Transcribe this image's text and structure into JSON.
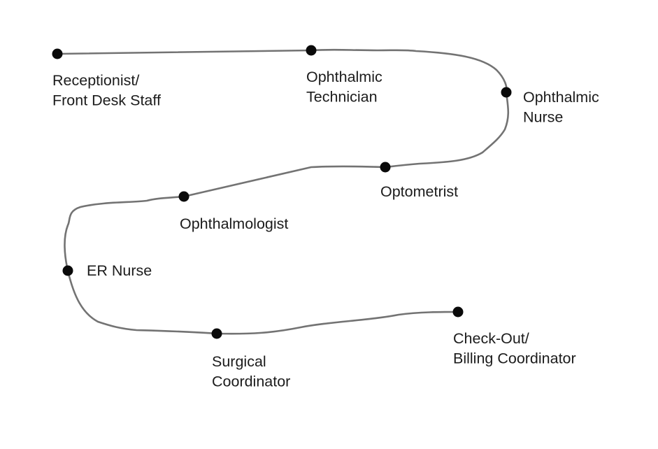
{
  "journey": {
    "line_color": "#737373",
    "dot_color": "#0a0a0a",
    "text_color": "#1c1c1c",
    "stops": [
      {
        "label_lines": [
          "Receptionist/",
          "Front Desk Staff"
        ]
      },
      {
        "label_lines": [
          "Ophthalmic",
          "Technician"
        ]
      },
      {
        "label_lines": [
          "Ophthalmic",
          "Nurse"
        ]
      },
      {
        "label_lines": [
          "Optometrist"
        ]
      },
      {
        "label_lines": [
          "Ophthalmologist"
        ]
      },
      {
        "label_lines": [
          "ER Nurse"
        ]
      },
      {
        "label_lines": [
          "Surgical",
          "Coordinator"
        ]
      },
      {
        "label_lines": [
          "Check-Out/",
          "Billing Coordinator"
        ]
      }
    ]
  }
}
